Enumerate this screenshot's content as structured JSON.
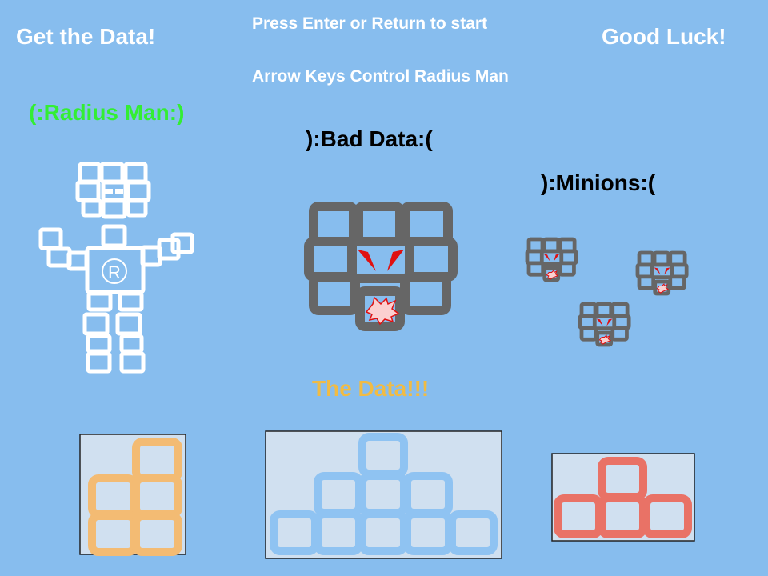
{
  "header": {
    "left": "Get the Data!",
    "right": "Good Luck!",
    "start_hint": "Press Enter or Return to start",
    "controls_hint": "Arrow Keys Control Radius Man"
  },
  "characters": {
    "hero": {
      "label": "(:Radius Man:)",
      "emblem": "®",
      "color": "#33ee33"
    },
    "boss": {
      "label": "):Bad Data:("
    },
    "minions": {
      "label": "):Minions:("
    }
  },
  "data_section": {
    "label": "The Data!!!",
    "label_color": "#f0bb44",
    "blocks": [
      {
        "name": "orange-data",
        "color": "#f3bb73"
      },
      {
        "name": "blue-data",
        "color": "#8fc3f2"
      },
      {
        "name": "red-data",
        "color": "#e97266"
      }
    ]
  },
  "icons": [
    "hero-sprite",
    "bad-data-sprite",
    "minion-sprite",
    "data-block"
  ]
}
